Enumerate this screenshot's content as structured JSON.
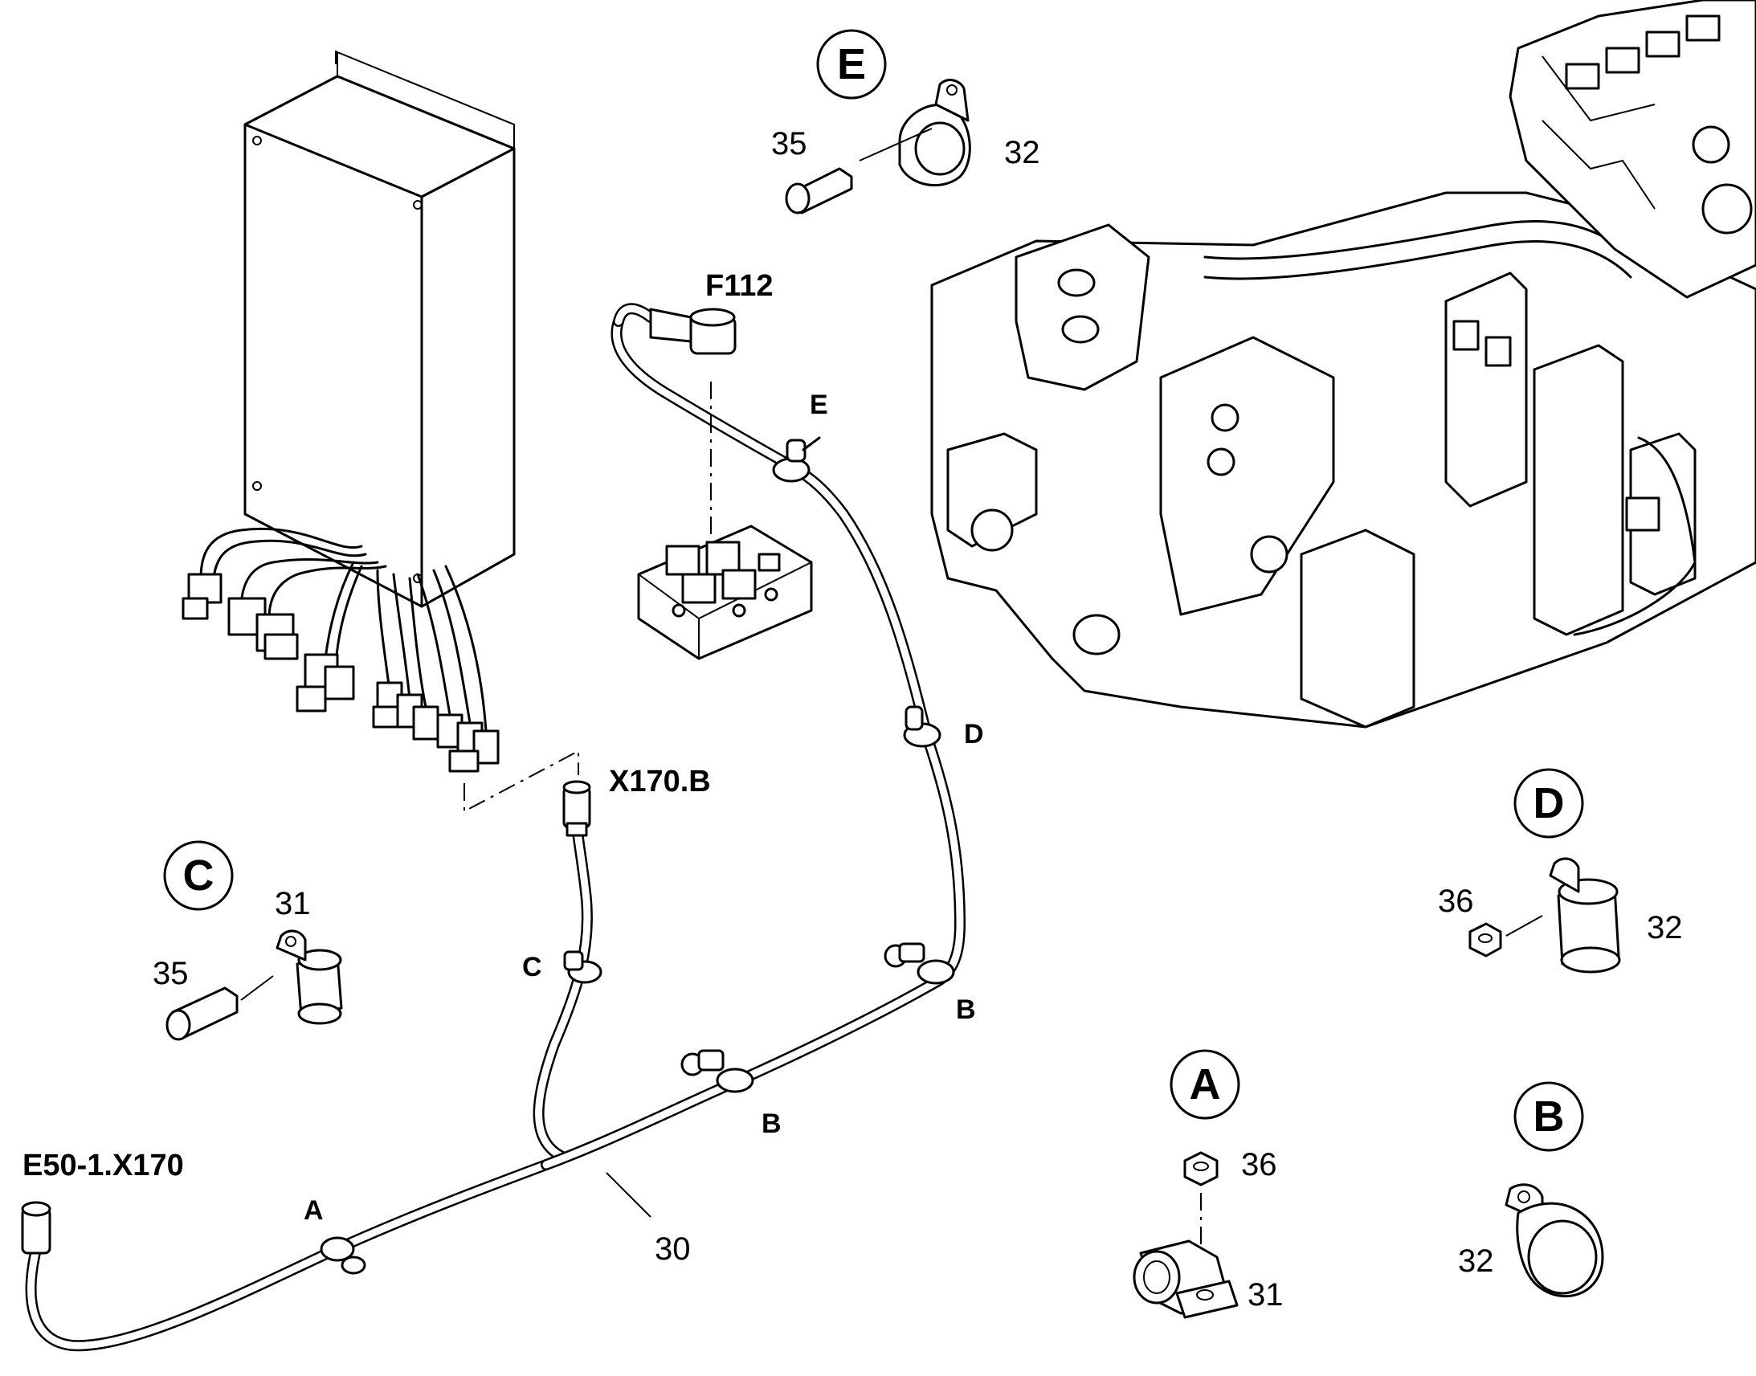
{
  "part_numbers": {
    "n30": "30",
    "n31": "31",
    "n32": "32",
    "n35": "35",
    "n36": "36"
  },
  "connectors": {
    "f112": "F112",
    "x170b": "X170.B",
    "e50": "E50-1.X170"
  },
  "harness_points": {
    "a": "A",
    "b": "B",
    "c": "C",
    "d": "D",
    "e": "E"
  },
  "detail_callouts": {
    "a": "A",
    "b": "B",
    "c": "C",
    "d": "D",
    "e": "E"
  }
}
